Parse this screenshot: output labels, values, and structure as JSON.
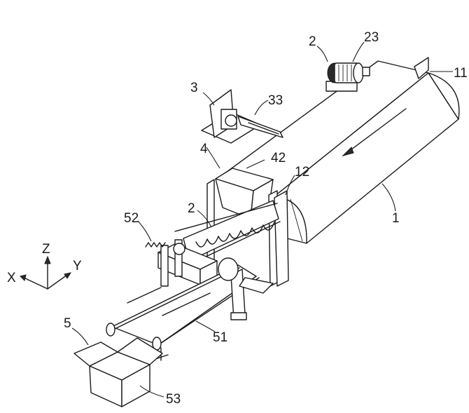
{
  "labels": {
    "l1": "1",
    "l2_top": "2",
    "l2_mid": "2",
    "l3": "3",
    "l4": "4",
    "l5": "5",
    "l11": "11",
    "l12": "12",
    "l23": "23",
    "l33": "33",
    "l42": "42",
    "l51": "51",
    "l52": "52",
    "l53": "53"
  },
  "axes": {
    "z": "Z",
    "y": "Y",
    "x": "X"
  },
  "colors": {
    "line": "#1a1a1a",
    "background": "#ffffff"
  }
}
